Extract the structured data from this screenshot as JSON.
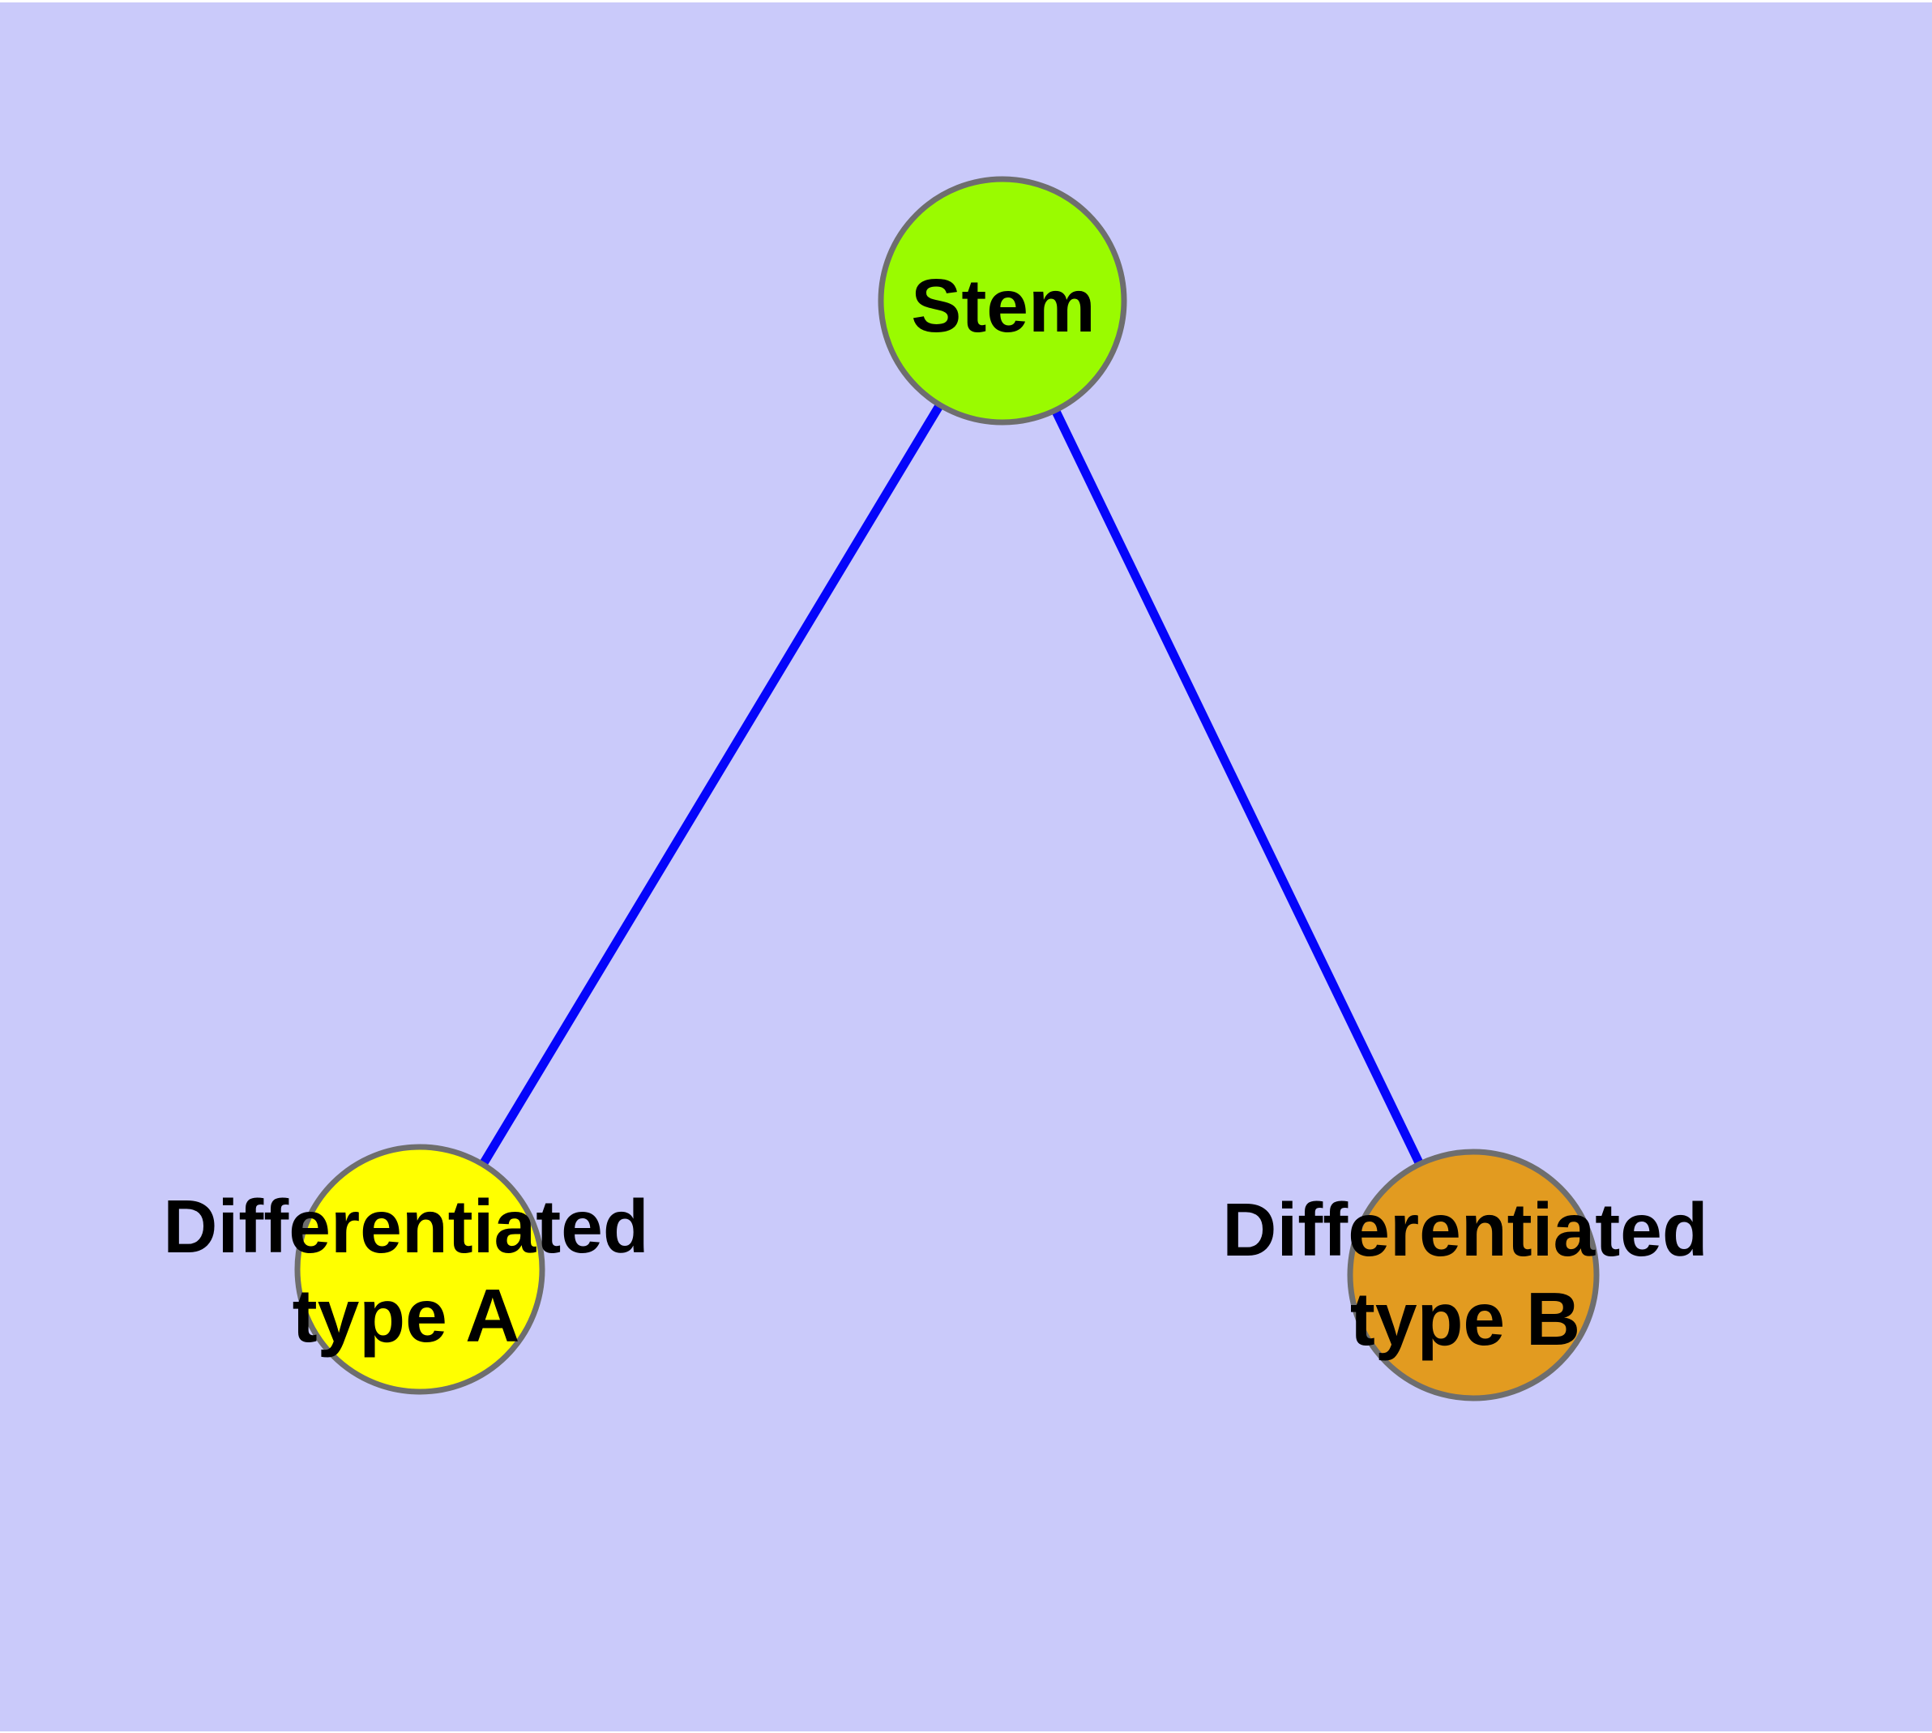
{
  "canvas": {
    "background_color": "#CACAFA",
    "margin_color": "#FFFFFF",
    "text_color": "#000000"
  },
  "diagram": {
    "kind": "node-link graph",
    "nodes": [
      {
        "id": "stem",
        "label": "Stem",
        "line1": "Stem",
        "fill": "#9AFB00",
        "stroke": "#6E6E6E"
      },
      {
        "id": "type-a",
        "label": "Differentiated type A",
        "line1": "Differentiated",
        "line2": "type A",
        "fill": "#FFFF00",
        "stroke": "#6E6E6E"
      },
      {
        "id": "type-b",
        "label": "Differentiated type B",
        "line1": "Differentiated",
        "line2": "type B",
        "fill": "#E29B20",
        "stroke": "#6E6E6E"
      }
    ],
    "edges": [
      {
        "from": "stem",
        "to": "type-a",
        "color": "#0505FA"
      },
      {
        "from": "stem",
        "to": "type-b",
        "color": "#0505FA"
      }
    ]
  }
}
